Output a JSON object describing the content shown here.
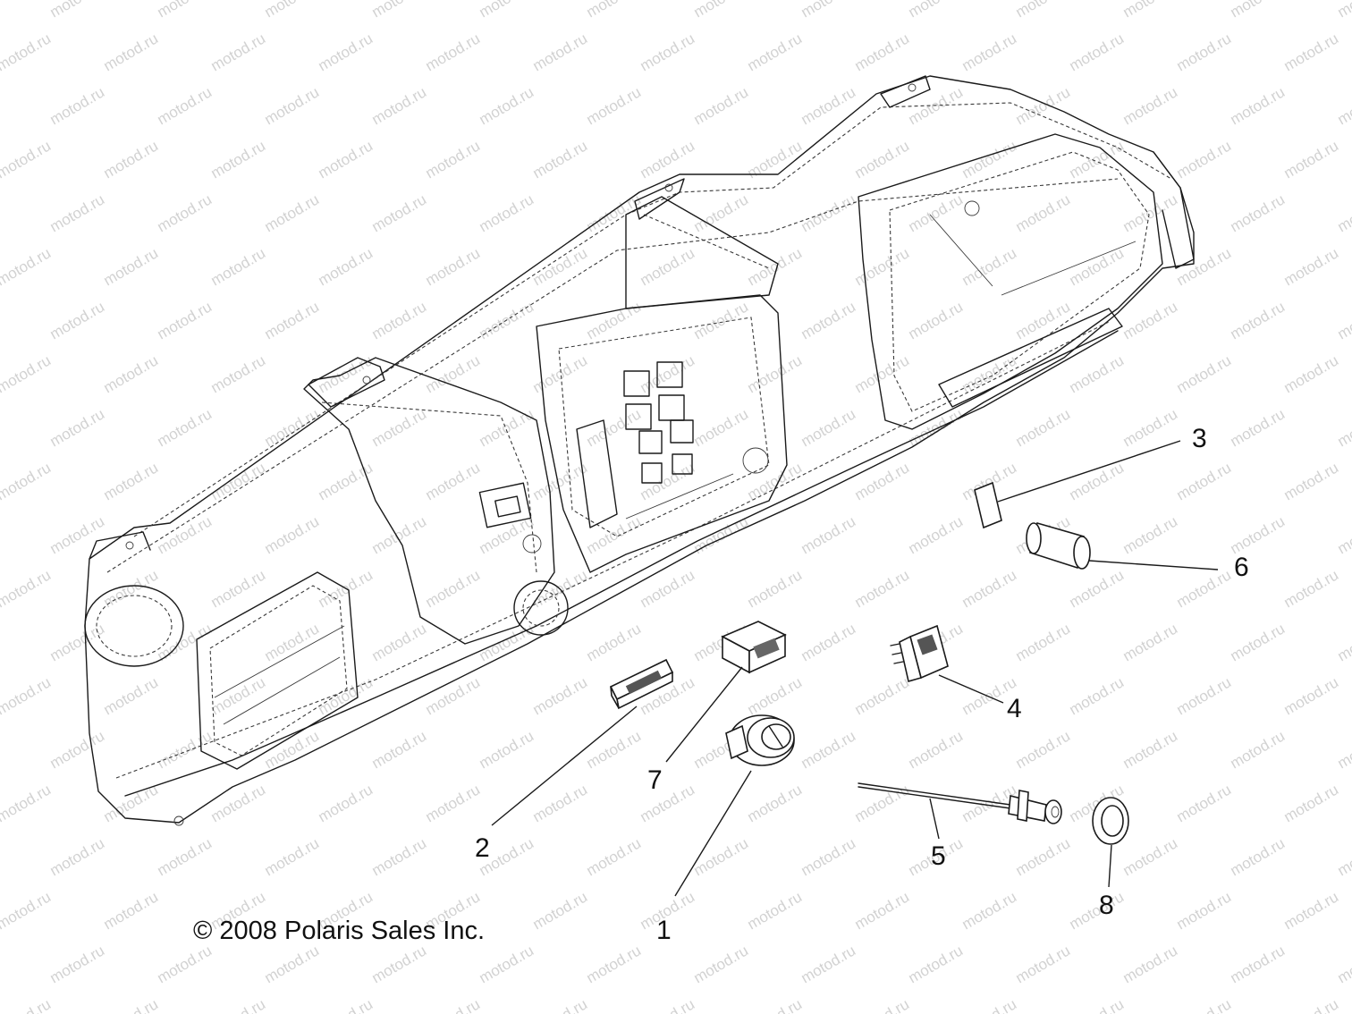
{
  "watermark": {
    "text": "motod.ru",
    "color": "#d2d2d2"
  },
  "copyright": "© 2008 Polaris Sales Inc.",
  "callouts": [
    {
      "id": "1",
      "part": "ignition switch"
    },
    {
      "id": "2",
      "part": "gear indicator switch"
    },
    {
      "id": "3",
      "part": "label"
    },
    {
      "id": "4",
      "part": "rocker switch"
    },
    {
      "id": "5",
      "part": "cable"
    },
    {
      "id": "6",
      "part": "sleeve"
    },
    {
      "id": "7",
      "part": "switch"
    },
    {
      "id": "8",
      "part": "nut"
    }
  ],
  "parts_icons": [
    "dashboard-icon",
    "ignition-switch-icon",
    "indicator-switch-icon",
    "label-icon",
    "rocker-switch-icon",
    "cable-icon",
    "sleeve-icon",
    "relay-icon",
    "nut-icon"
  ]
}
